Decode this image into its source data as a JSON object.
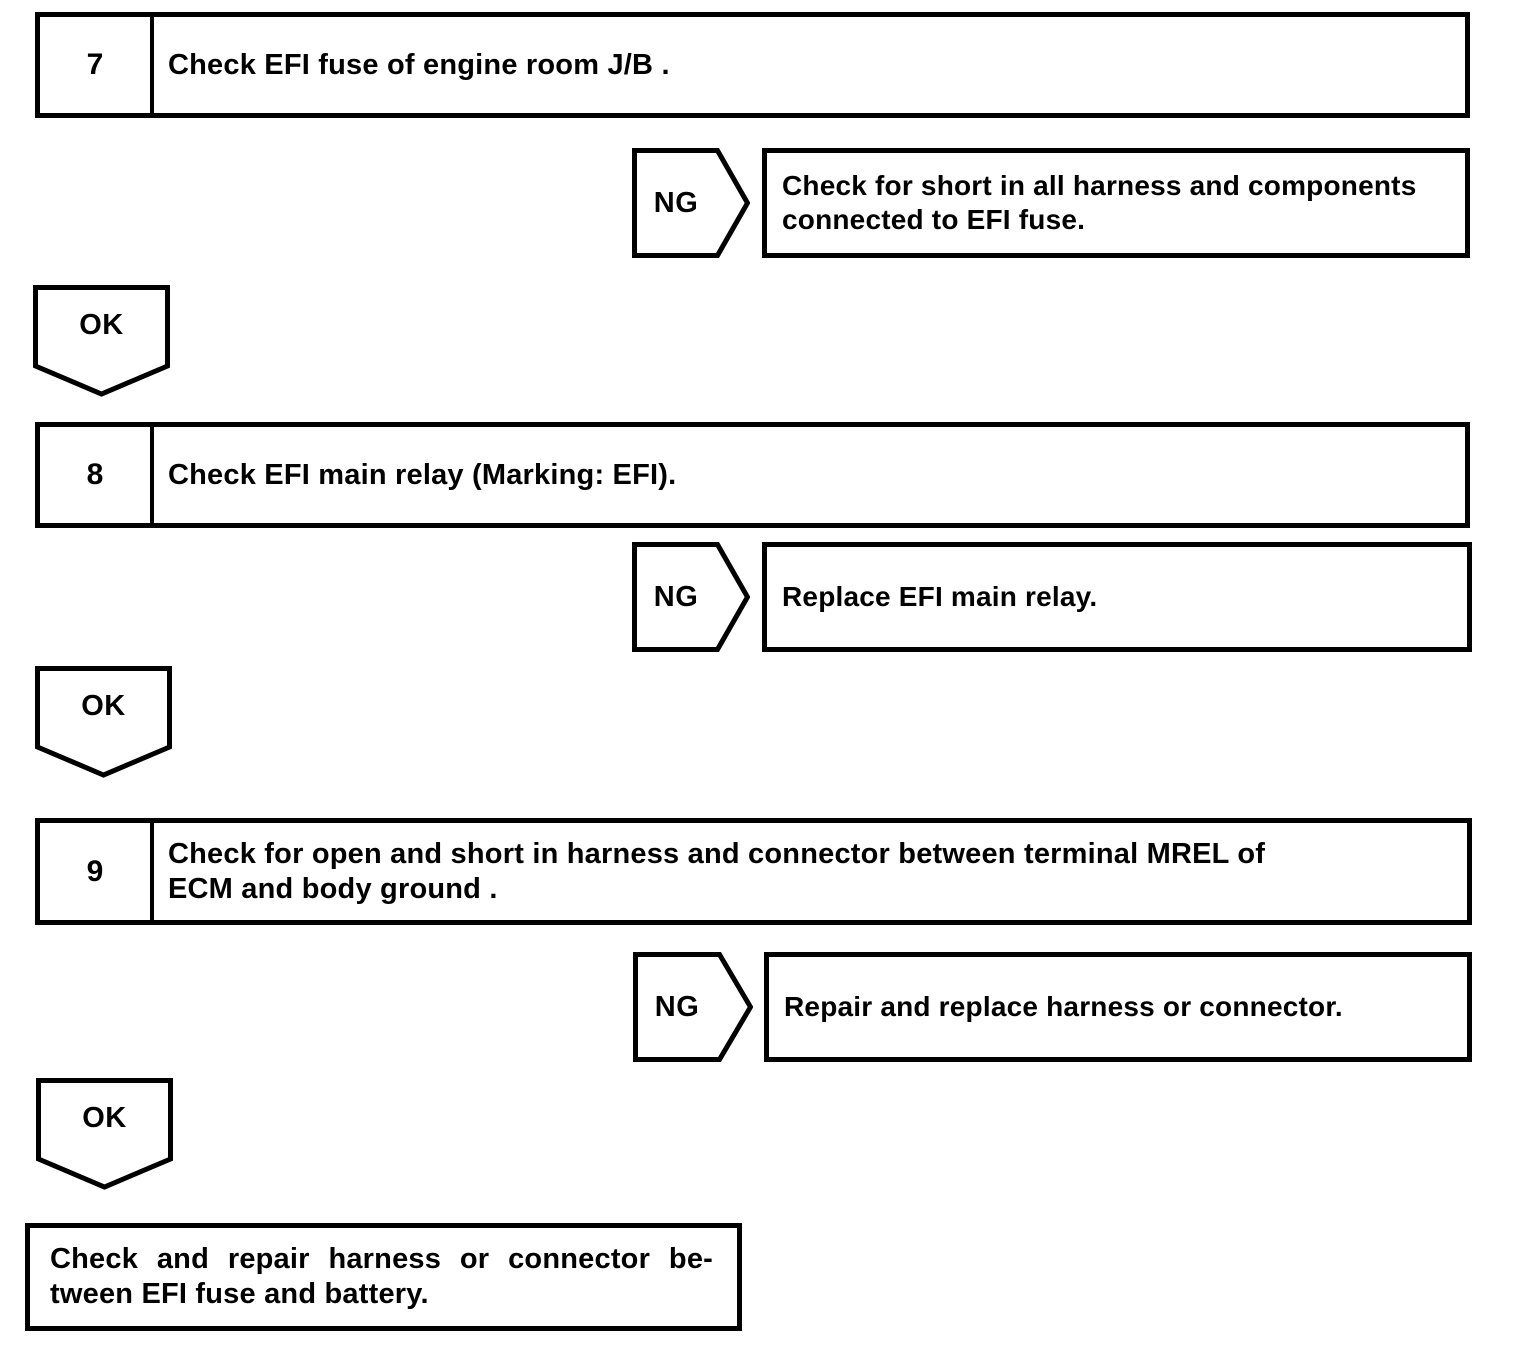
{
  "page": {
    "background": "#ffffff",
    "line_color": "#000000"
  },
  "flowchart": {
    "ok_label": "OK",
    "ng_label": "NG",
    "steps": [
      {
        "number": "7",
        "instruction_lines": [
          "Check EFI fuse of engine room J/B ."
        ],
        "ng_action_lines": [
          "Check for short in all harness and components",
          "connected to EFI fuse."
        ]
      },
      {
        "number": "8",
        "instruction_lines": [
          "Check EFI main relay (Marking: EFI)."
        ],
        "ng_action_lines": [
          "Replace EFI main relay."
        ]
      },
      {
        "number": "9",
        "instruction_lines": [
          "Check for open and short in harness and connector between terminal MREL of",
          "ECM and body ground ."
        ],
        "ng_action_lines": [
          "Repair and replace harness or connector."
        ]
      }
    ],
    "final_action_lines": [
      "Check and repair harness or connector be-",
      "tween EFI fuse and battery."
    ]
  }
}
